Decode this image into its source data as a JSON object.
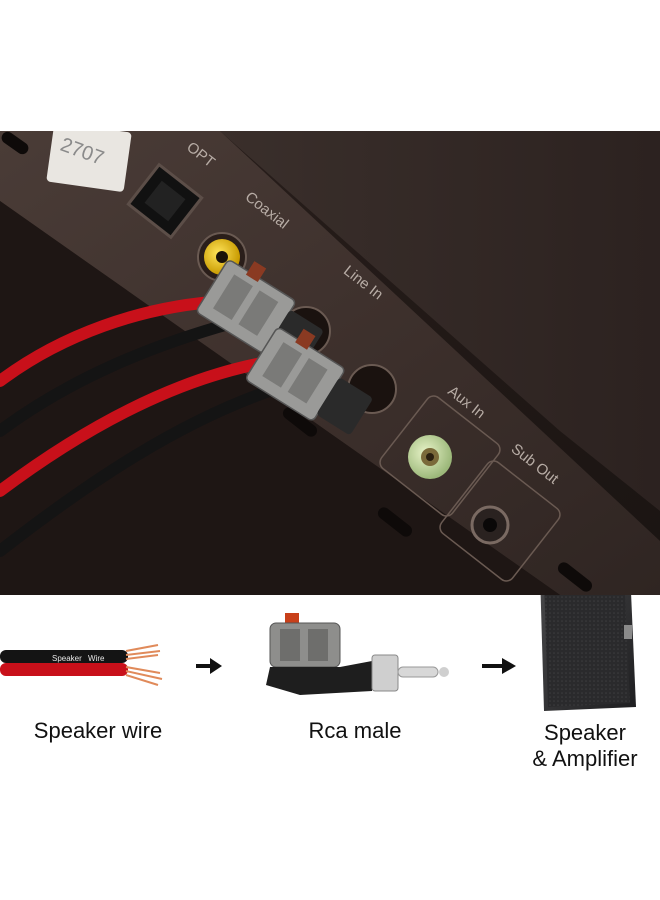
{
  "panel_labels": {
    "opt": "OPT",
    "coaxial": "Coaxial",
    "line_in": "Line In",
    "aux_in": "Aux In",
    "sub_out": "Sub Out",
    "serial": "2707"
  },
  "wire_print": {
    "speaker": "Speaker",
    "wire": "Wire"
  },
  "captions": {
    "speaker_wire": "Speaker wire",
    "rca_male": "Rca male",
    "speaker_line1": "Speaker",
    "speaker_line2": "& Amplifier"
  },
  "colors": {
    "wire_red": "#c8101a",
    "wire_black": "#1a1a1a",
    "copper": "#e08a5a",
    "panel": "#3a2e2a",
    "rca_yellow": "#f2c400",
    "rca_green": "#c9dfa4"
  }
}
